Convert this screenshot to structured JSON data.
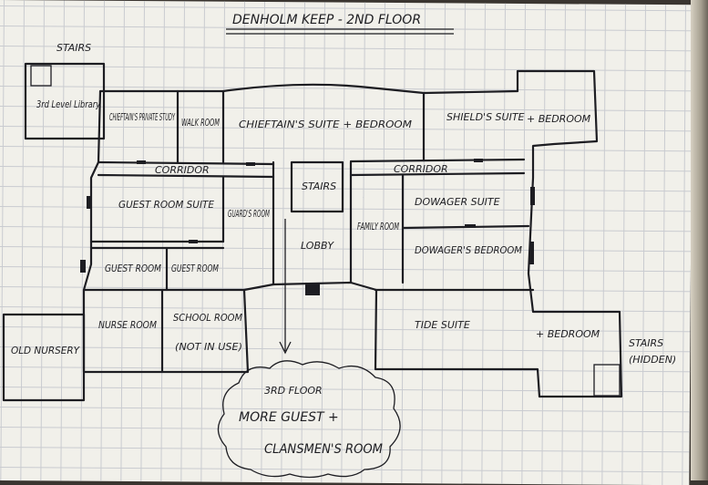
{
  "title": "DENHOLM KEEP - 2ND FLOOR",
  "labels": {
    "stairs_top": "STAIRS",
    "library": "3rd Level Library",
    "chieftain_study": "CHIEFTAIN'S PRIVATE STUDY",
    "walk_room": "WALK ROOM",
    "chieftain_suite": "CHIEFTAIN'S SUITE + BEDROOM",
    "shield_suite": "SHIELD'S SUITE",
    "shield_bedroom": "+ BEDROOM",
    "corridor_west": "CORRIDOR",
    "corridor_east": "CORRIDOR",
    "stairs_center": "STAIRS",
    "guest_suite": "GUEST ROOM SUITE",
    "guards_room": "GUARD'S ROOM",
    "lobby": "LOBBY",
    "family_room": "FAMILY ROOM",
    "dowager_suite": "DOWAGER SUITE",
    "dowager_bedroom": "DOWAGER'S BEDROOM",
    "guest_room_1": "GUEST ROOM",
    "guest_room_2": "GUEST ROOM",
    "old_nursery": "OLD NURSERY",
    "nurse_room": "NURSE ROOM",
    "school_room": "SCHOOL ROOM",
    "school_room_note": "(NOT IN USE)",
    "tide_suite": "TIDE SUITE",
    "tide_bedroom": "+ BEDROOM",
    "stairs_hidden": "STAIRS",
    "stairs_hidden_note": "(HIDDEN)",
    "third_floor": "3RD FLOOR",
    "more_guest": "MORE GUEST +",
    "clansmen": "CLANSMEN'S ROOM"
  },
  "colors": {
    "ink": "#1d1d22",
    "paper": "#f1f0ea",
    "grid": "#c9cbd0"
  }
}
